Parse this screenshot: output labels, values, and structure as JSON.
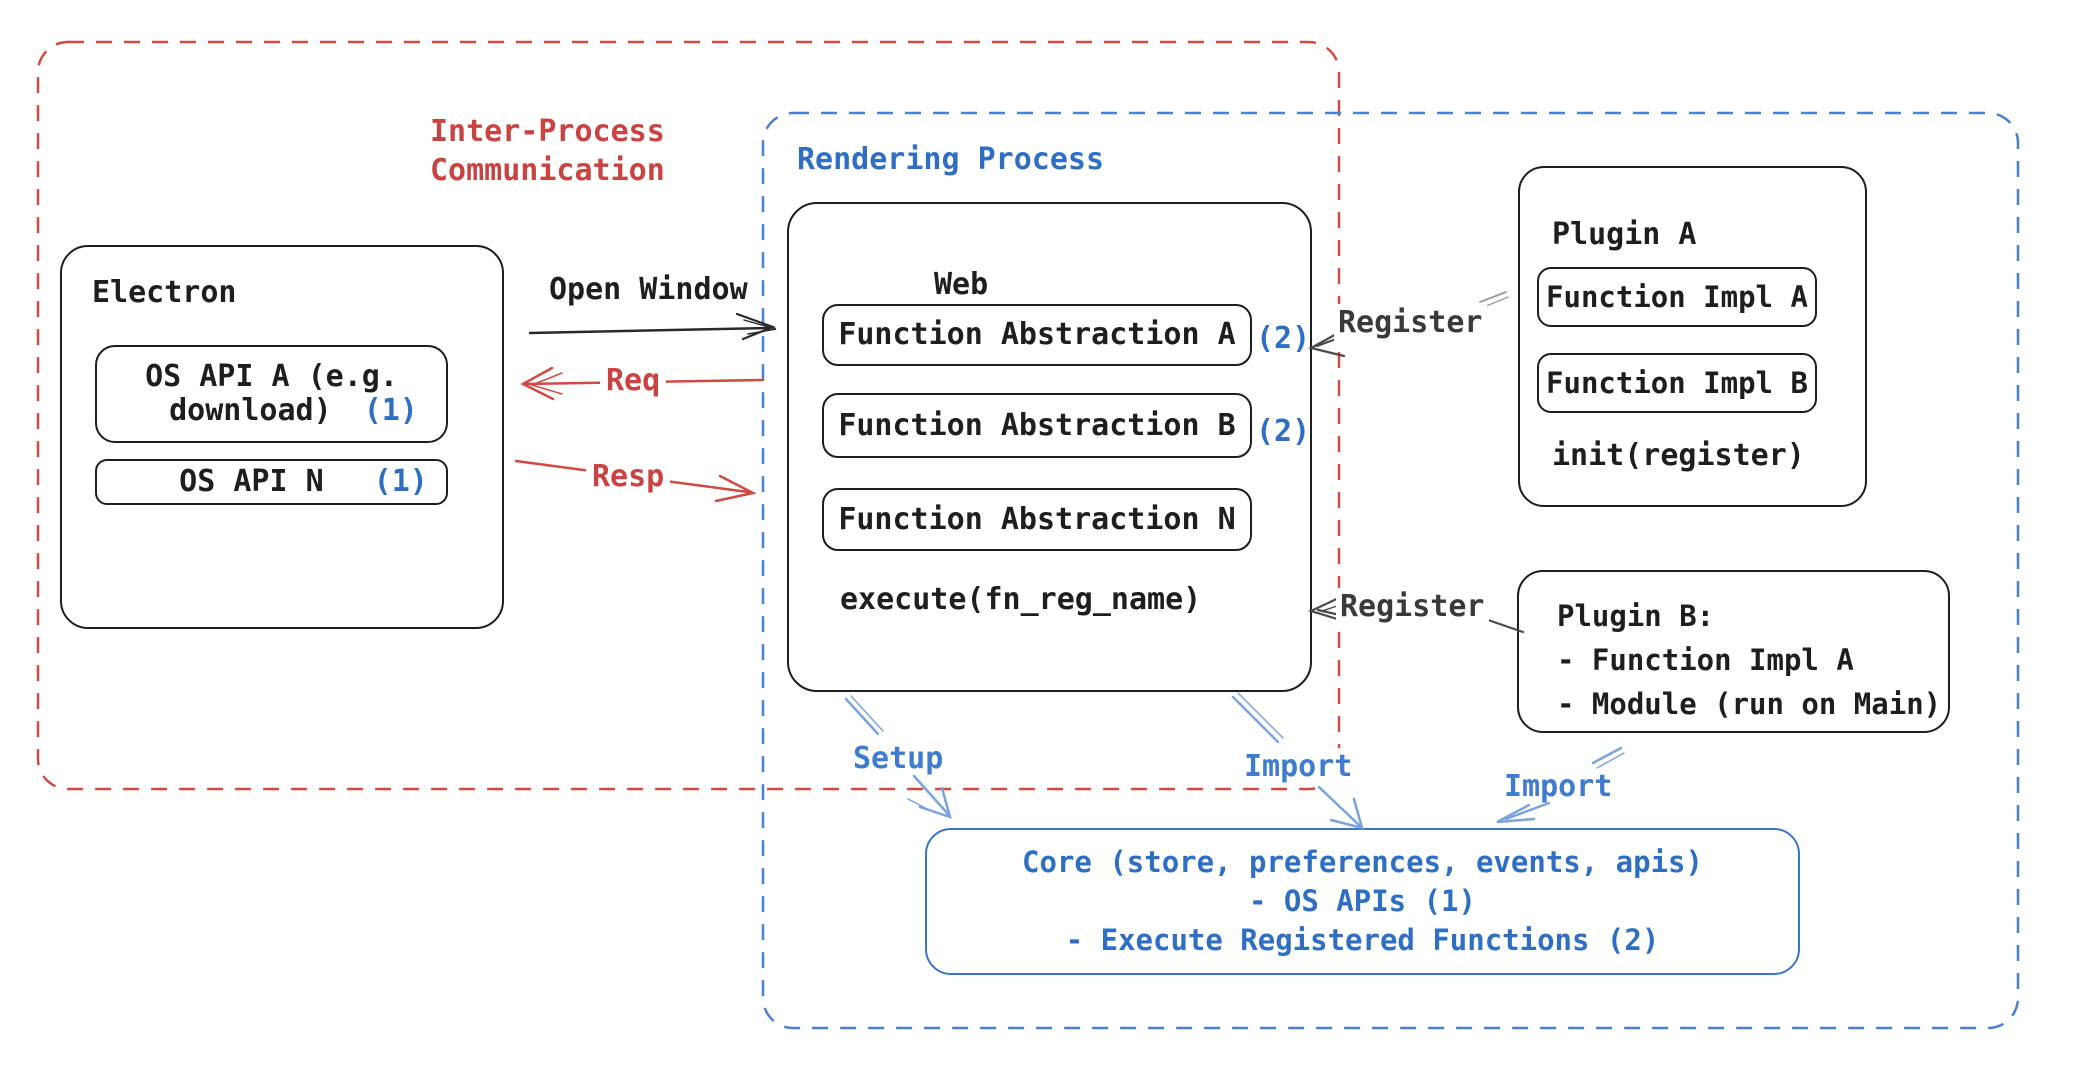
{
  "groups": {
    "ipc": {
      "label_line1": "Inter-Process",
      "label_line2": "Communication"
    },
    "rendering": {
      "label": "Rendering Process"
    }
  },
  "electron": {
    "title": "Electron",
    "os_api_a": {
      "line1": "OS API A (e.g.",
      "line2": "download)",
      "badge": "(1)"
    },
    "os_api_n": {
      "label": "OS API N",
      "badge": "(1)"
    }
  },
  "web": {
    "title": "Web",
    "abstractions": [
      {
        "label": "Function Abstraction A",
        "badge": "(2)"
      },
      {
        "label": "Function Abstraction B",
        "badge": "(2)"
      },
      {
        "label": "Function Abstraction N",
        "badge": ""
      }
    ],
    "method": "execute(fn_reg_name)"
  },
  "plugin_a": {
    "title": "Plugin A",
    "impl_a": "Function Impl A",
    "impl_b": "Function Impl B",
    "method": "init(register)"
  },
  "plugin_b": {
    "title": "Plugin B:",
    "item1": "- Function Impl A",
    "item2": "- Module (run on Main)"
  },
  "core": {
    "line1": "Core (store, preferences, events, apis)",
    "line2": "- OS APIs (1)",
    "line3": "- Execute Registered Functions (2)"
  },
  "arrows": {
    "open_window": "Open Window",
    "req": "Req",
    "resp": "Resp",
    "register_plugin_a": "Register",
    "register_plugin_b": "Register",
    "setup": "Setup",
    "import_core": "Import",
    "import_plugin_b": "Import"
  },
  "colors": {
    "ink": "#1e1e1e",
    "red_dash": "#d14a42",
    "red_text": "#c94343",
    "blue_dash": "#4a80d0",
    "blue_text": "#2e6fc4",
    "light_blue": "#7aa3dc",
    "register_gray": "#3a3a3a"
  }
}
